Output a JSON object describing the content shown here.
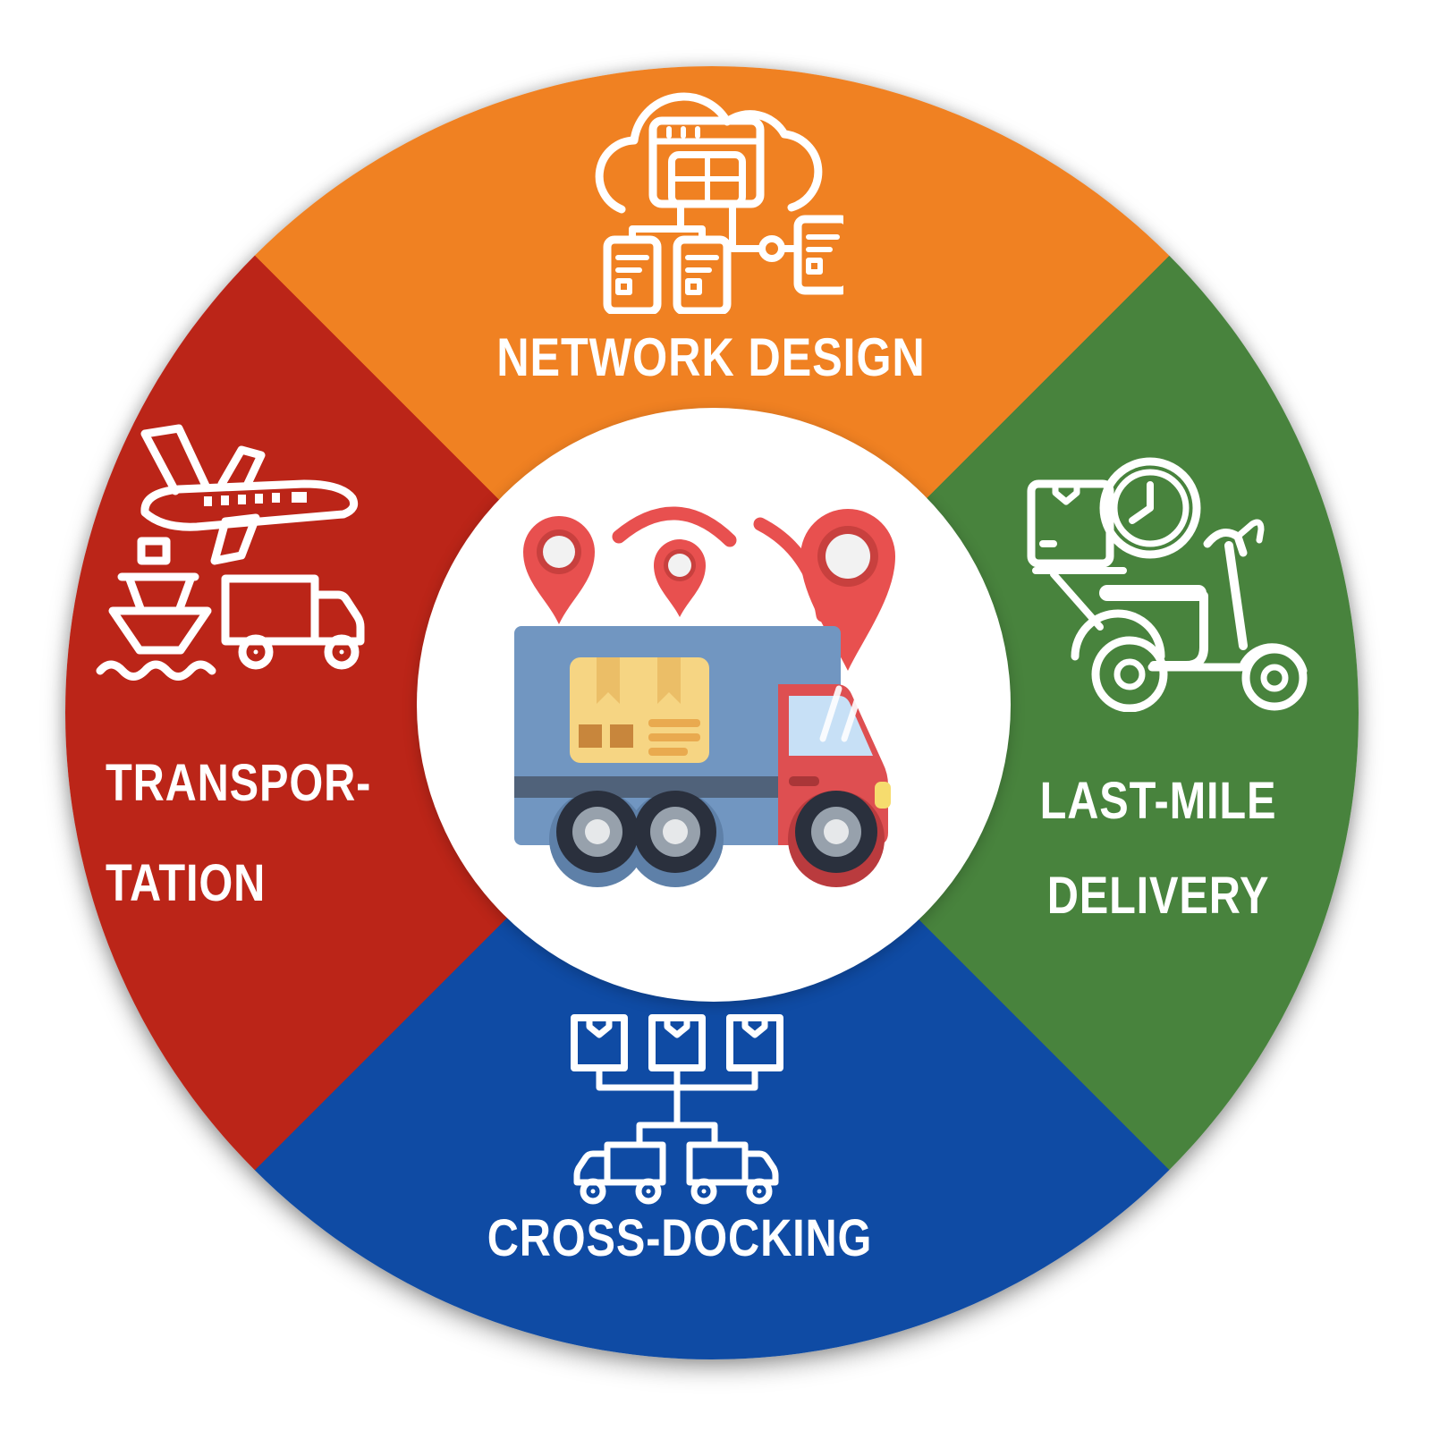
{
  "diagram": {
    "center": {
      "illustration": "delivery-truck-with-location-pins",
      "background": "#FFFFFF"
    },
    "segments": [
      {
        "position": "top",
        "label": "NETWORK DESIGN",
        "color": "#F08122",
        "icon": "cloud-network-icon"
      },
      {
        "position": "right",
        "label": "LAST-MILE DELIVERY",
        "label_lines": [
          "LAST-MILE",
          "DELIVERY"
        ],
        "color": "#48833D",
        "icon": "delivery-scooter-icon"
      },
      {
        "position": "bottom",
        "label": "CROSS-DOCKING",
        "color": "#0F4BA4",
        "icon": "boxes-to-trucks-icon"
      },
      {
        "position": "left",
        "label": "TRANSPORTATION",
        "label_lines": [
          "TRANSPOR-",
          "TATION"
        ],
        "color": "#BB2518",
        "icon": "plane-ship-truck-icon"
      }
    ],
    "palette": {
      "icon_stroke": "#FFFFFF",
      "text_color": "#FFFFFF",
      "truck_body": "#7196C1",
      "truck_body_shade": "#5E80A8",
      "truck_stripe": "#50627A",
      "truck_cab": "#DE4F51",
      "truck_cab_shade": "#BA3B3E",
      "cab_handle": "#A93638",
      "cargo_label": "#F6D583",
      "label_flap": "#EBBE67",
      "label_squares": "#C8863C",
      "label_lines": "#E9AA4F",
      "pin_red": "#E8504F",
      "pin_ring": "#C8403E",
      "pin_core": "#F2F2F2",
      "window": "#C7E0F6",
      "wheel_tire": "#2A303D",
      "wheel_rim": "#97A1AC",
      "wheel_hub": "#E6E8EA",
      "headlight": "#F6DC6E"
    }
  }
}
